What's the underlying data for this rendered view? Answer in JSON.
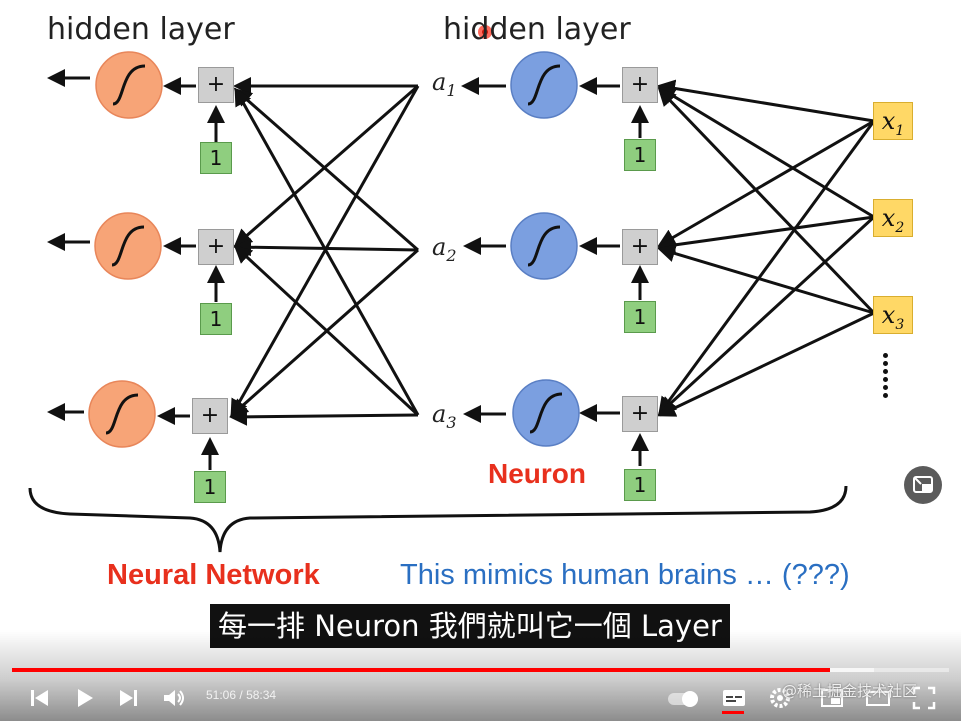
{
  "slide": {
    "left_title": "hidden layer",
    "right_title": "hidden layer",
    "plus_symbol": "+",
    "bias_value": "1",
    "a_labels": [
      {
        "base": "a",
        "sub": "1"
      },
      {
        "base": "a",
        "sub": "2"
      },
      {
        "base": "a",
        "sub": "3"
      }
    ],
    "x_labels": [
      {
        "base": "x",
        "sub": "1"
      },
      {
        "base": "x",
        "sub": "2"
      },
      {
        "base": "x",
        "sub": "3"
      }
    ],
    "ellipsis_dots": "⋮",
    "neuron_label": "Neuron",
    "network_label": "Neural Network",
    "mimic_label": "This mimics human brains … (???)",
    "colors": {
      "left_neuron": "#f7a477",
      "right_neuron": "#7b9fe0",
      "accent_red": "#e8301d",
      "accent_blue": "#2a6fc2",
      "input_box": "#ffd866",
      "bias_box": "#8fce7f",
      "sum_box": "#cfcfcf"
    }
  },
  "subtitle": "每一排 Neuron 我們就叫它一個 Layer",
  "player": {
    "current_time": "51:06",
    "separator": "/",
    "duration": "58:34",
    "progress_fraction": 0.873,
    "buffered_fraction": 0.92,
    "watermark": "@稀土掘金技术社区",
    "icons": [
      "skip-previous-icon",
      "play-icon",
      "skip-next-icon",
      "volume-icon",
      "autoplay-toggle-icon",
      "subtitles-icon",
      "settings-icon",
      "miniplayer-icon",
      "theater-icon",
      "fullscreen-icon",
      "pip-icon"
    ],
    "progress_color": "#ff0000"
  }
}
